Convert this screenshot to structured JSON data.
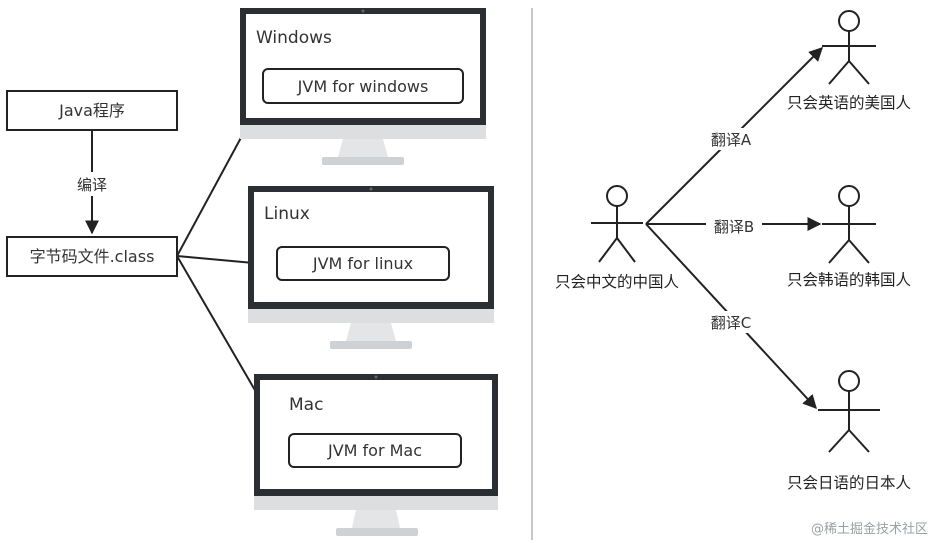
{
  "left": {
    "java_program": "Java程序",
    "compile": "编译",
    "bytecode": "字节码文件.class",
    "monitors": [
      {
        "os": "Windows",
        "jvm": "JVM for windows"
      },
      {
        "os": "Linux",
        "jvm": "JVM for linux"
      },
      {
        "os": "Mac",
        "jvm": "JVM for Mac"
      }
    ]
  },
  "right": {
    "source_person": "只会中文的中国人",
    "targets": [
      {
        "edge": "翻译A",
        "person": "只会英语的美国人"
      },
      {
        "edge": "翻译B",
        "person": "只会韩语的韩国人"
      },
      {
        "edge": "翻译C",
        "person": "只会日语的日本人"
      }
    ]
  },
  "watermark": "@稀土掘金技术社区",
  "colors": {
    "line": "#222222",
    "monitor_frame": "#2b2f33",
    "monitor_stand": "#d8dadc",
    "divider": "#c8c8c8"
  }
}
